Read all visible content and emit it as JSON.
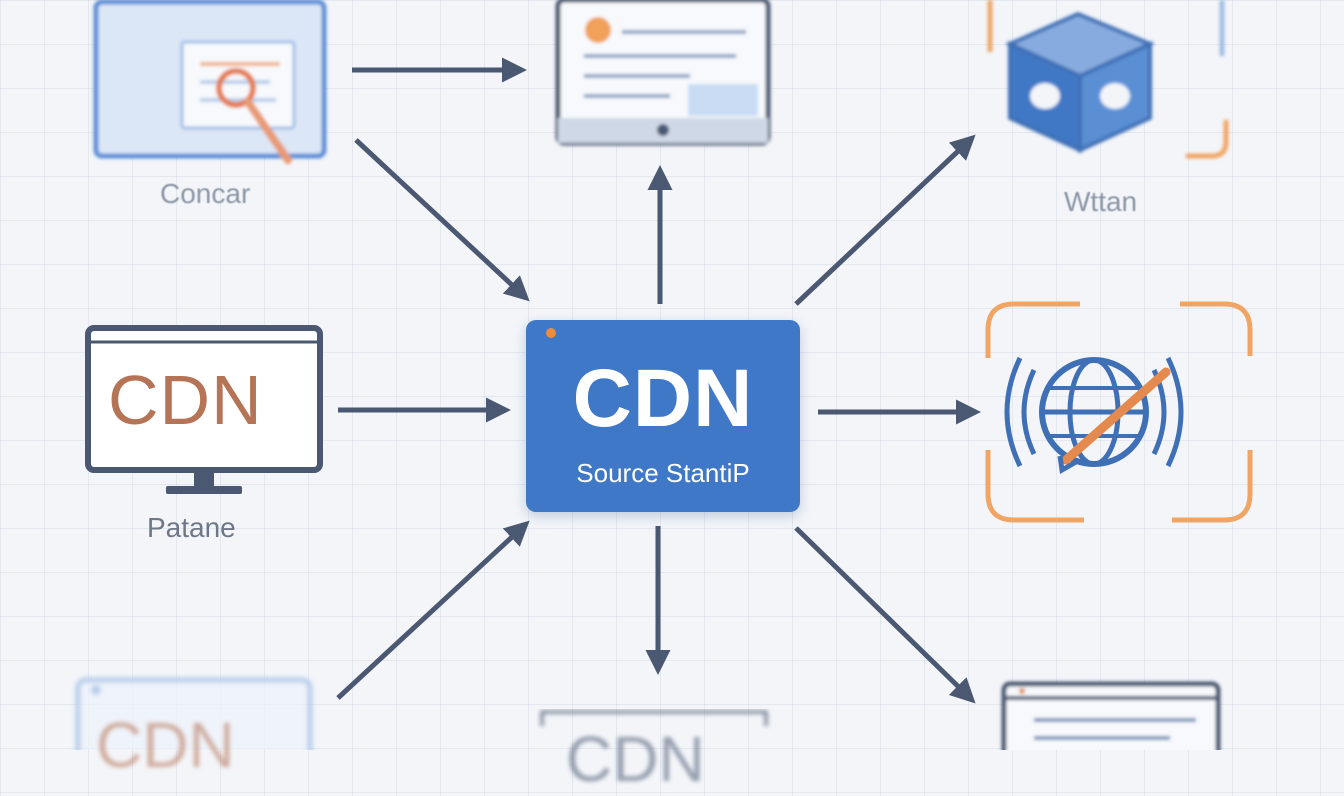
{
  "hub": {
    "title": "CDN",
    "subtitle": "Source StantiP"
  },
  "labels": {
    "top_left": "Concar",
    "top_right": "Wttan",
    "mid_left": "Patane"
  },
  "monitor_left": {
    "text": "CDN"
  },
  "bottom_left": {
    "text": "CDN"
  },
  "bottom_center": {
    "text": "CDN"
  },
  "colors": {
    "hub_blue": "#3f78c6",
    "arrow": "#4a5872",
    "accent_orange": "#f0a565",
    "outline_blue": "#3f6fb5"
  },
  "icons": [
    "browser-search-icon",
    "document-window-icon",
    "cube-icon",
    "monitor-icon",
    "globe-broadcast-icon",
    "window-icon"
  ]
}
